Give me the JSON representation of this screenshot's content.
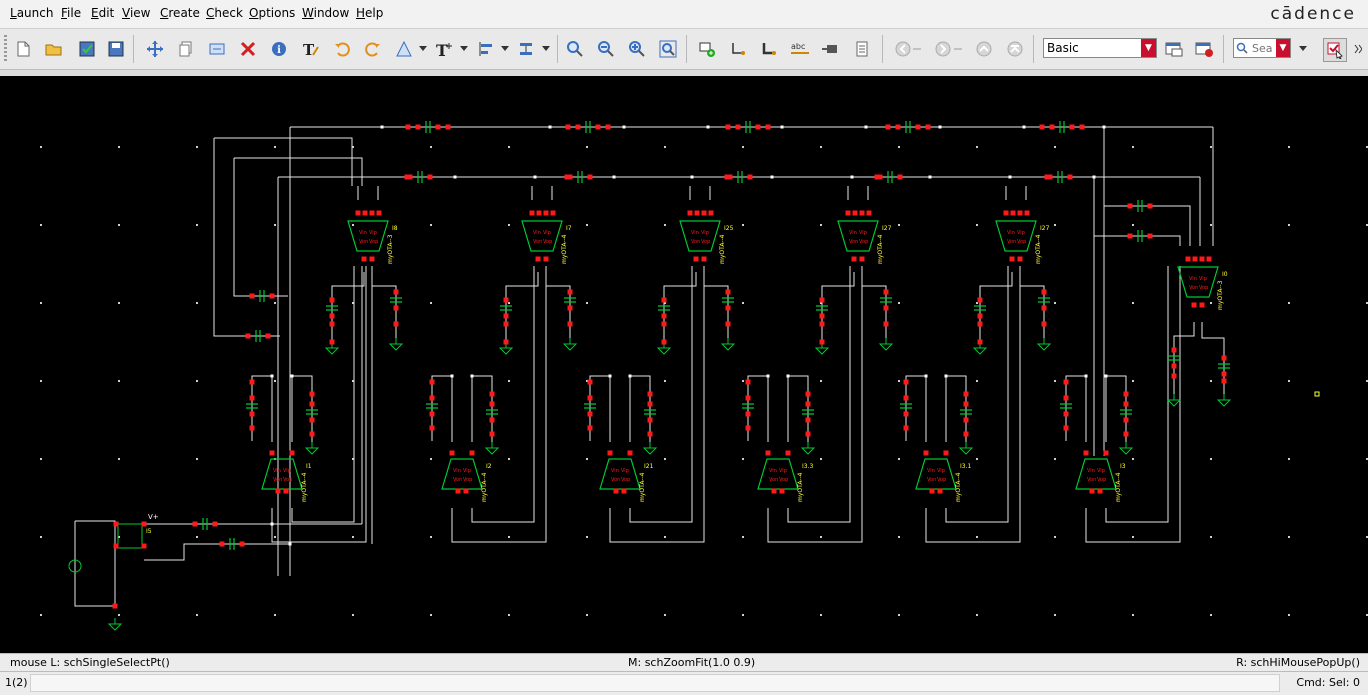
{
  "menubar": {
    "items": [
      {
        "underline": "L",
        "rest": "aunch"
      },
      {
        "underline": "F",
        "rest": "ile"
      },
      {
        "underline": "E",
        "rest": "dit"
      },
      {
        "underline": "V",
        "rest": "iew"
      },
      {
        "underline": "C",
        "rest": "reate"
      },
      {
        "underline": "C",
        "rest": "heck"
      },
      {
        "underline": "O",
        "rest": "ptions"
      },
      {
        "underline": "W",
        "rest": "indow"
      },
      {
        "underline": "H",
        "rest": "elp"
      }
    ],
    "brand": "cādence"
  },
  "toolbar": {
    "mode_value": "Basic",
    "search_placeholder": "Sea"
  },
  "schematic": {
    "supply_label": "V+",
    "source_label": "I5",
    "ota_cell": "myOTA",
    "pin_labels": [
      "Vin",
      "Vip",
      "Von",
      "Vop"
    ],
    "top_row_instances": [
      "I8",
      "I7",
      "I25",
      "I27",
      "I27"
    ],
    "bottom_row_instances": [
      "I1",
      "I2",
      "I21",
      "I3.3",
      "I3.1",
      "I3"
    ],
    "top_row_cell_suffix": "myOTA--4",
    "bottom_row_cell_suffix": "myOTA--4",
    "first_top_suffix": "myOTA--3",
    "last_instance": "I0",
    "last_suffix": "myOTA--3"
  },
  "status": {
    "left": "mouse L: schSingleSelectPt()",
    "middle": "M: schZoomFit(1.0 0.9)",
    "right": "R: schHiMousePopUp()"
  },
  "cmdline": {
    "prompt": "1(2)",
    "cmd_sel": "Cmd: Sel: 0"
  },
  "colors": {
    "canvas": "#000000",
    "wire": "#e6e6e6",
    "device": "#00c832",
    "pin": "#ff1a1a",
    "label": "#ffff33",
    "brand_red": "#c8102e"
  }
}
